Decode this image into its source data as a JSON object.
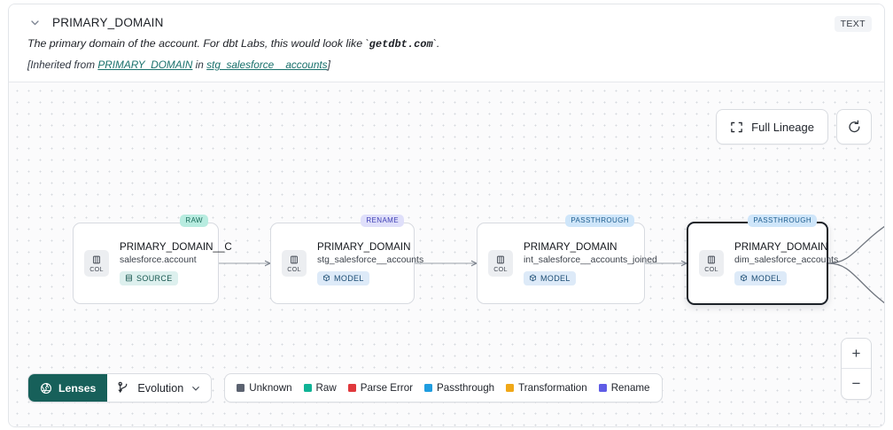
{
  "header": {
    "chevron_icon": "chevron-down-icon",
    "column_name": "PRIMARY_DOMAIN",
    "type_badge": "TEXT",
    "description_pre": "The primary domain of the account. For dbt Labs, this would look like `",
    "description_code": "getdbt.com",
    "description_post": "`.",
    "inherited_prefix": "[Inherited from ",
    "inherited_column_link": "PRIMARY_DOMAIN",
    "inherited_mid": " in ",
    "inherited_model_link": "stg_salesforce__accounts",
    "inherited_suffix": "]"
  },
  "toolbar": {
    "full_lineage_label": "Full Lineage",
    "full_lineage_icon": "expand-icon",
    "refresh_icon": "refresh-icon"
  },
  "zoom_controls": {
    "zoom_in_label": "+",
    "zoom_out_label": "−"
  },
  "lineage": {
    "col_chip_label": "COL",
    "nodes": [
      {
        "tag": "RAW",
        "tag_class": "raw",
        "title": "PRIMARY_DOMAIN__C",
        "subtitle": "salesforce.account",
        "badge": "SOURCE",
        "badge_class": "source",
        "badge_icon": "database-icon",
        "selected": false
      },
      {
        "tag": "RENAME",
        "tag_class": "rename",
        "title": "PRIMARY_DOMAIN",
        "subtitle": "stg_salesforce__accounts",
        "badge": "MODEL",
        "badge_class": "model",
        "badge_icon": "cube-icon",
        "selected": false
      },
      {
        "tag": "PASSTHROUGH",
        "tag_class": "passthrough",
        "title": "PRIMARY_DOMAIN",
        "subtitle": "int_salesforce__accounts_joined",
        "badge": "MODEL",
        "badge_class": "model",
        "badge_icon": "cube-icon",
        "selected": false
      },
      {
        "tag": "PASSTHROUGH",
        "tag_class": "passthrough",
        "title": "PRIMARY_DOMAIN",
        "subtitle": "dim_salesforce_accounts",
        "badge": "MODEL",
        "badge_class": "model",
        "badge_icon": "cube-icon",
        "selected": true
      }
    ]
  },
  "bottom_bar": {
    "lenses_label": "Lenses",
    "lenses_icon": "aperture-icon",
    "evolution_label": "Evolution",
    "evolution_icon": "evolution-icon",
    "evolution_chevron_icon": "chevron-down-icon",
    "legend": [
      {
        "label": "Unknown",
        "color": "#5b6270"
      },
      {
        "label": "Raw",
        "color": "#10b396"
      },
      {
        "label": "Parse Error",
        "color": "#e0383c"
      },
      {
        "label": "Passthrough",
        "color": "#1f9de0"
      },
      {
        "label": "Transformation",
        "color": "#f0a818"
      },
      {
        "label": "Rename",
        "color": "#5f5ce6"
      }
    ]
  }
}
